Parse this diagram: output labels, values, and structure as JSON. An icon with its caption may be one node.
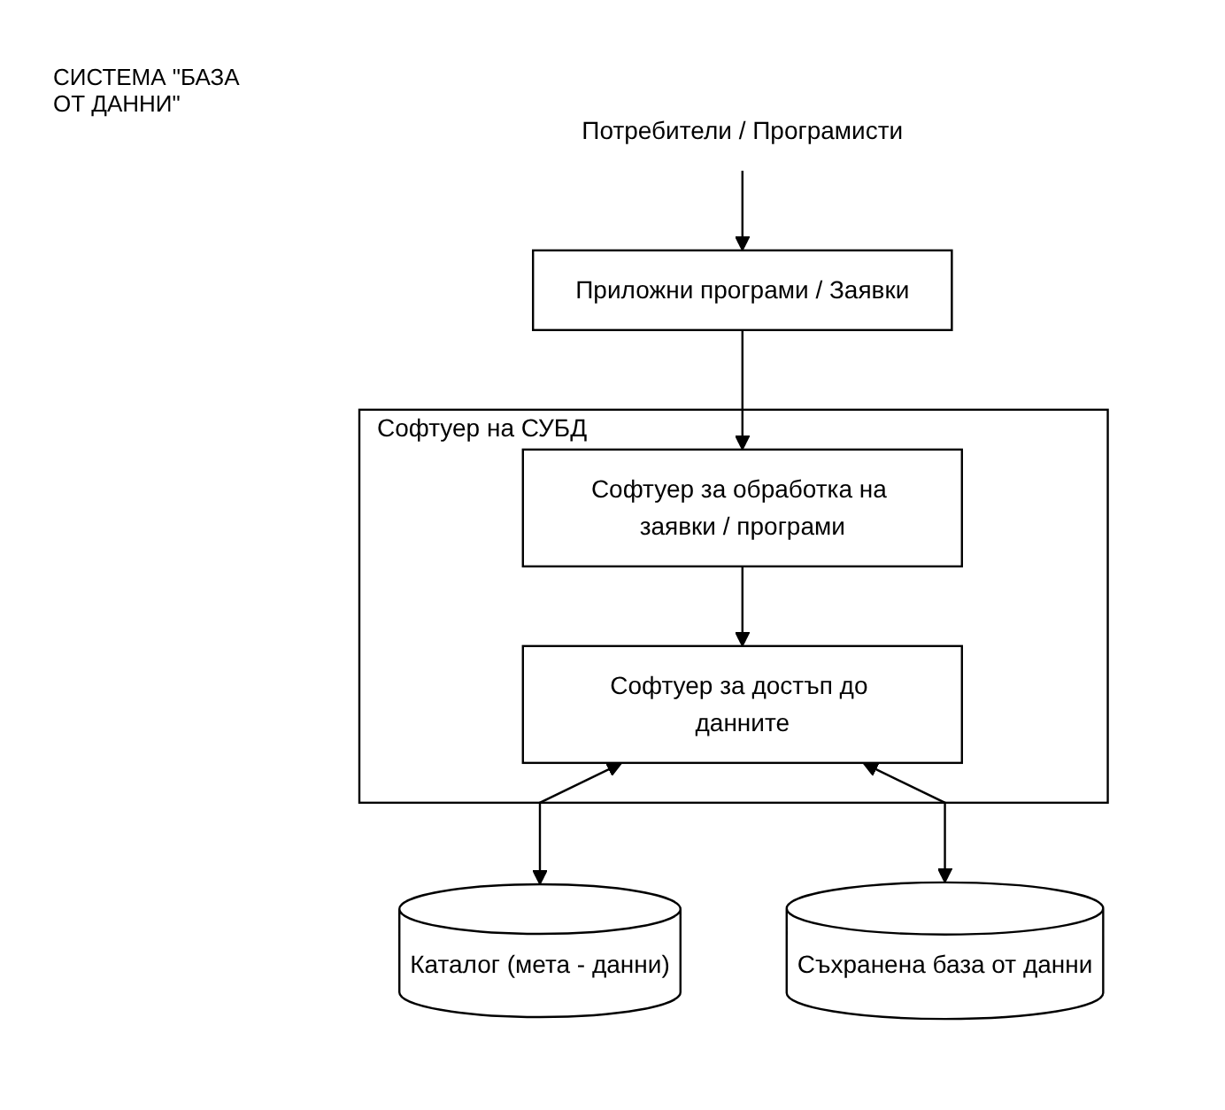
{
  "diagram": {
    "title": "СИСТЕМА \"БАЗА ОТ ДАННИ\"",
    "nodes": [
      {
        "text": [
          "Потребители / Програмисти"
        ]
      },
      {
        "text": [
          "Приложни програми / Заявки"
        ]
      },
      {
        "text": [
          "Софтуер на СУБД"
        ]
      },
      {
        "text": [
          "Софтуер за обработка на заявки / програми"
        ],
        "in": 2
      },
      {
        "text": [
          "Софтуер за достъп до данните"
        ],
        "in": 2
      },
      {
        "text": [
          "Каталог (мета - данни)"
        ]
      },
      {
        "text": [
          "Съхранена база от данни"
        ]
      }
    ],
    "edges": [
      {
        "from": 0,
        "to": 1,
        "arrow": "to"
      },
      {
        "from": 1,
        "to": 3,
        "arrow": "to"
      },
      {
        "from": 3,
        "to": 4,
        "arrow": "to"
      },
      {
        "from": 4,
        "to": 5,
        "arrow": "both"
      },
      {
        "from": 4,
        "to": 6,
        "arrow": "both"
      }
    ]
  }
}
